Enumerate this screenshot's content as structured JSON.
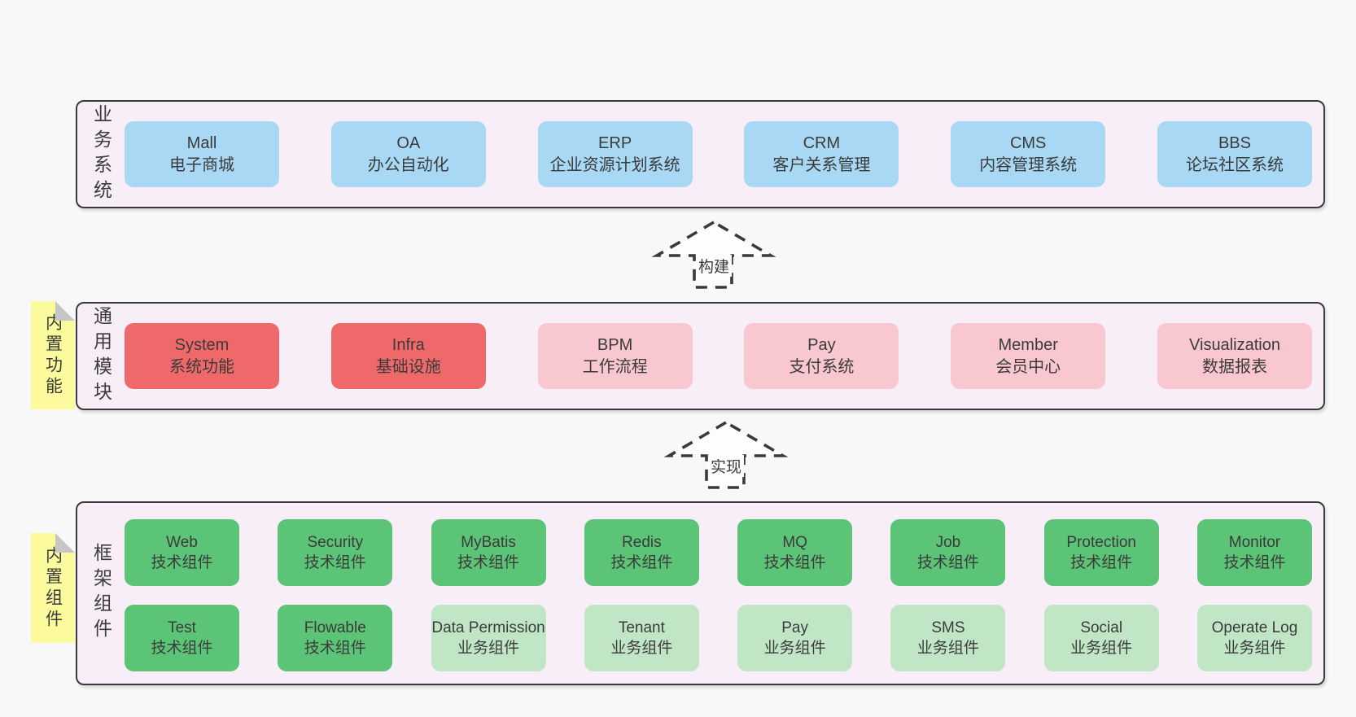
{
  "colors": {
    "page_bg": "#f8f8f8",
    "container_bg": "#f8eef7",
    "container_border": "#3a3a3a",
    "text": "#3b3b3b",
    "blue": "#a8d8f4",
    "red": "#ef696b",
    "pink": "#f9c7d0",
    "green_dark": "#5cc476",
    "green_light": "#c1e6c6",
    "sticky_yellow": "#fbfa9d",
    "fold_gray": "#c6c6c6"
  },
  "business_layer": {
    "label": "业务系统",
    "boxes": [
      {
        "title": "Mall",
        "subtitle": "电子商城",
        "variant": "blue"
      },
      {
        "title": "OA",
        "subtitle": "办公自动化",
        "variant": "blue"
      },
      {
        "title": "ERP",
        "subtitle": "企业资源计划系统",
        "variant": "blue"
      },
      {
        "title": "CRM",
        "subtitle": "客户关系管理",
        "variant": "blue"
      },
      {
        "title": "CMS",
        "subtitle": "内容管理系统",
        "variant": "blue"
      },
      {
        "title": "BBS",
        "subtitle": "论坛社区系统",
        "variant": "blue"
      }
    ]
  },
  "arrows": {
    "build": {
      "label": "构建"
    },
    "implement": {
      "label": "实现"
    }
  },
  "modules_layer": {
    "label": "通用模块",
    "sticky_note": "内置功能",
    "boxes": [
      {
        "title": "System",
        "subtitle": "系统功能",
        "variant": "red"
      },
      {
        "title": "Infra",
        "subtitle": "基础设施",
        "variant": "red"
      },
      {
        "title": "BPM",
        "subtitle": "工作流程",
        "variant": "pink"
      },
      {
        "title": "Pay",
        "subtitle": "支付系统",
        "variant": "pink"
      },
      {
        "title": "Member",
        "subtitle": "会员中心",
        "variant": "pink"
      },
      {
        "title": "Visualization",
        "subtitle": "数据报表",
        "variant": "pink"
      }
    ]
  },
  "framework_layer": {
    "label": "框架组件",
    "sticky_note": "内置组件",
    "row1": [
      {
        "title": "Web",
        "subtitle": "技术组件",
        "variant": "dark"
      },
      {
        "title": "Security",
        "subtitle": "技术组件",
        "variant": "dark"
      },
      {
        "title": "MyBatis",
        "subtitle": "技术组件",
        "variant": "dark"
      },
      {
        "title": "Redis",
        "subtitle": "技术组件",
        "variant": "dark"
      },
      {
        "title": "MQ",
        "subtitle": "技术组件",
        "variant": "dark"
      },
      {
        "title": "Job",
        "subtitle": "技术组件",
        "variant": "dark"
      },
      {
        "title": "Protection",
        "subtitle": "技术组件",
        "variant": "dark"
      },
      {
        "title": "Monitor",
        "subtitle": "技术组件",
        "variant": "dark"
      }
    ],
    "row2": [
      {
        "title": "Test",
        "subtitle": "技术组件",
        "variant": "dark"
      },
      {
        "title": "Flowable",
        "subtitle": "技术组件",
        "variant": "dark"
      },
      {
        "title": "Data Permission",
        "subtitle": "业务组件",
        "variant": "light"
      },
      {
        "title": "Tenant",
        "subtitle": "业务组件",
        "variant": "light"
      },
      {
        "title": "Pay",
        "subtitle": "业务组件",
        "variant": "light"
      },
      {
        "title": "SMS",
        "subtitle": "业务组件",
        "variant": "light"
      },
      {
        "title": "Social",
        "subtitle": "业务组件",
        "variant": "light"
      },
      {
        "title": "Operate Log",
        "subtitle": "业务组件",
        "variant": "light"
      }
    ]
  }
}
